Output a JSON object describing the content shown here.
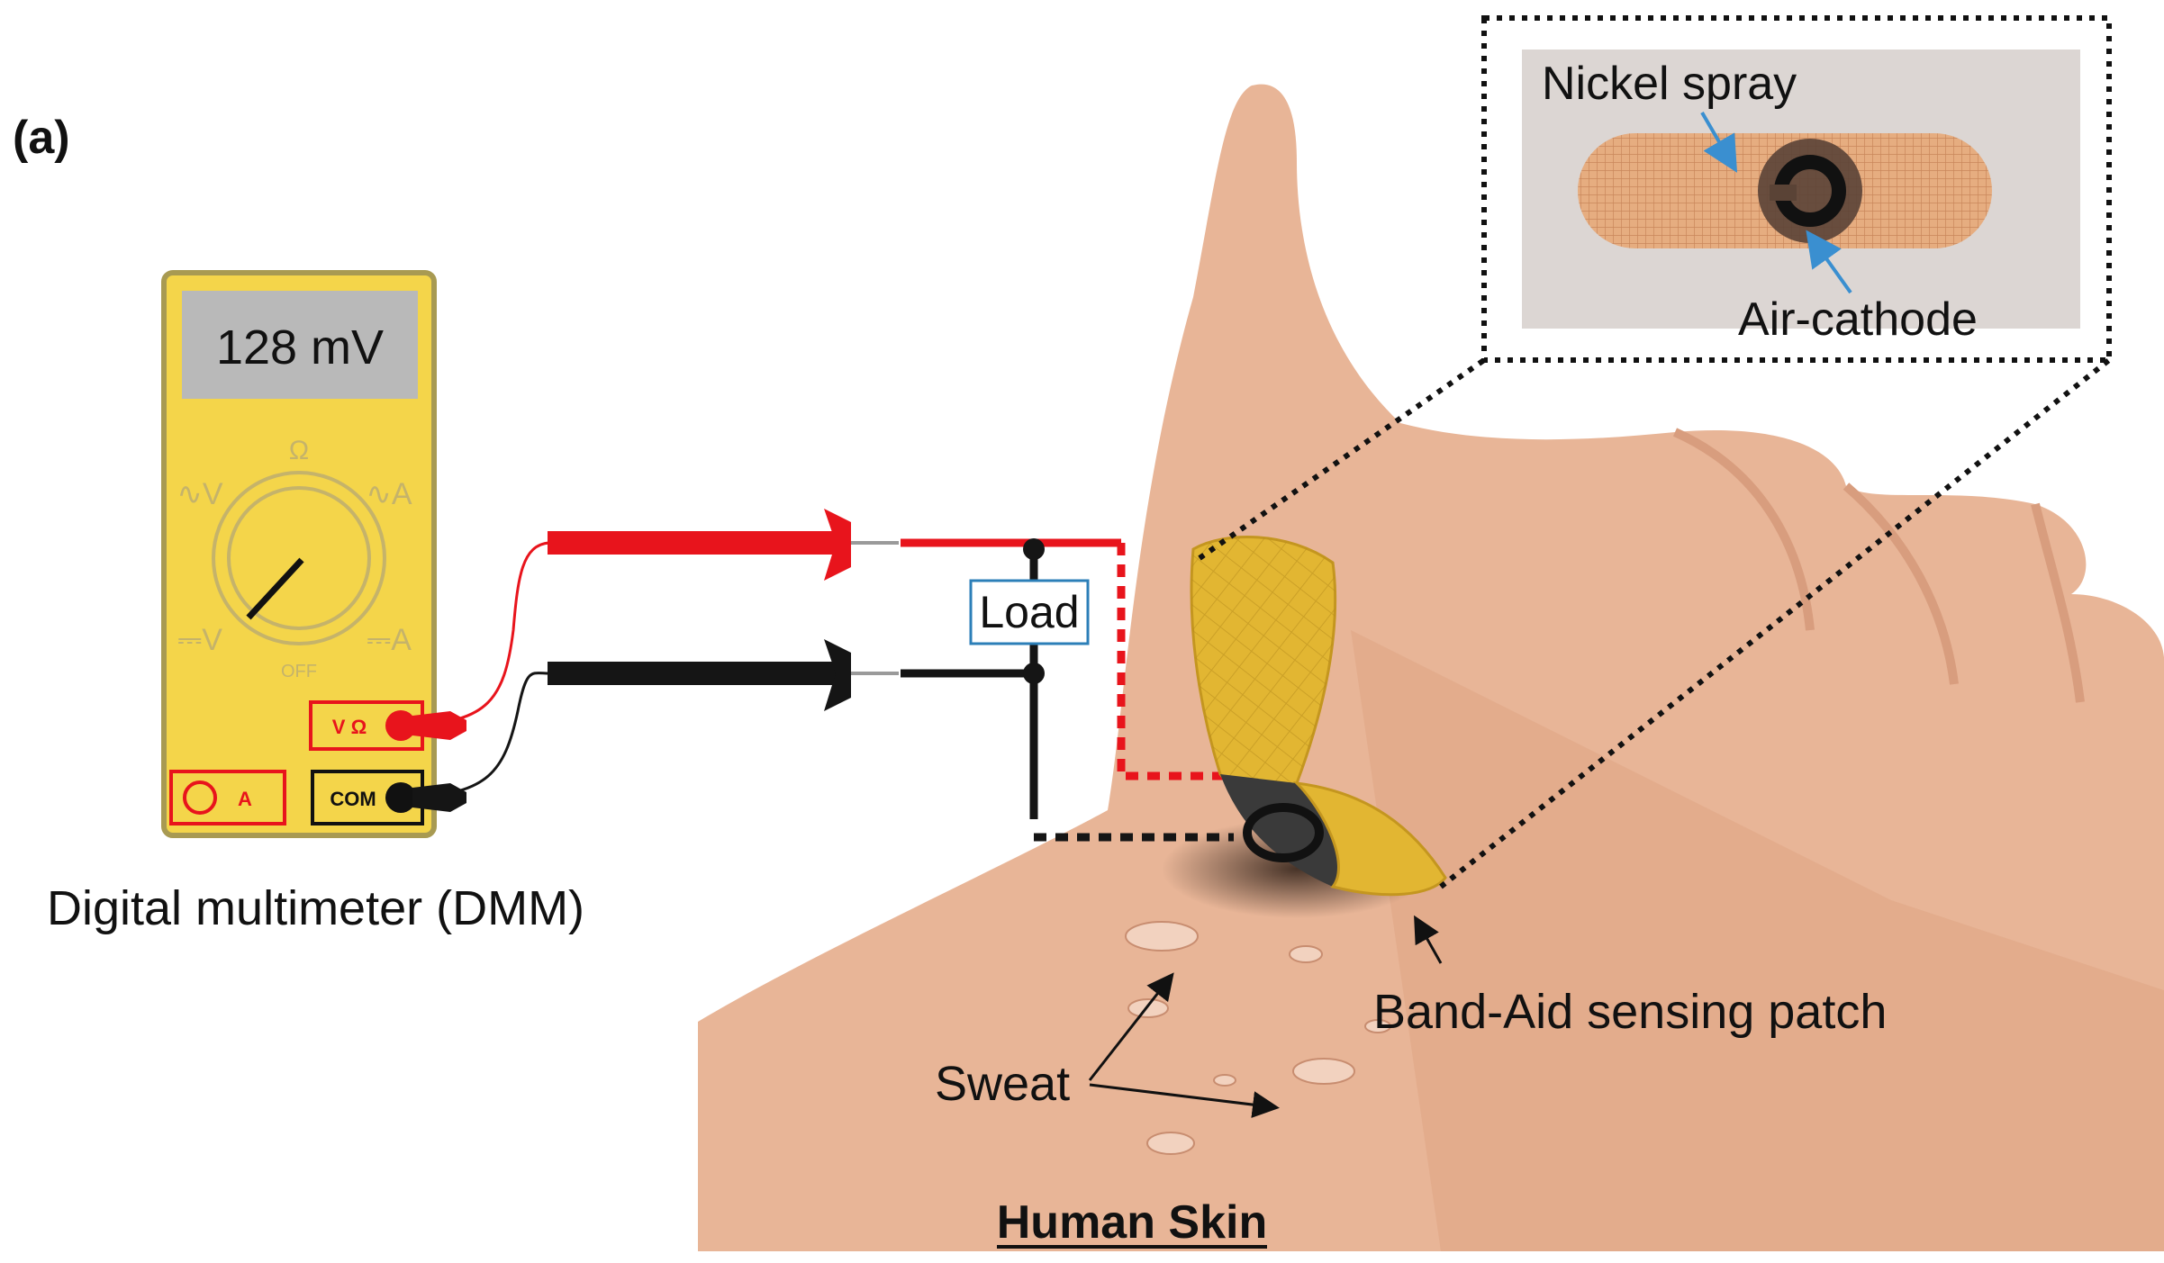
{
  "figure": {
    "panel_label": "(a)",
    "colors": {
      "meter_body": "#f4d54a",
      "meter_frame": "#a89a52",
      "display_bg": "#b9b9b9",
      "probe_red": "#e8141c",
      "probe_black": "#151515",
      "skin": "#e8b597",
      "skin_shade": "#d89d7e",
      "patch_yellow": "#e2b632",
      "patch_dark": "#3a3a3a",
      "label_text": "#111111",
      "arrow_blue": "#3a8fd0",
      "load_border": "#2c7fb8"
    }
  },
  "multimeter": {
    "display_reading": "128 mV",
    "dial_symbol_ohm": "Ω",
    "dial_symbol_ac_v": "∿V",
    "dial_symbol_ac_a": "∿A",
    "dial_symbol_dc_v": "⎓V",
    "dial_symbol_dc_a": "⎓A",
    "dial_off": "OFF",
    "port_voltage": "V Ω",
    "port_current": "A",
    "port_common": "COM",
    "caption": "Digital multimeter (DMM)"
  },
  "circuit": {
    "load_label": "Load"
  },
  "patch": {
    "label": "Band-Aid sensing patch"
  },
  "inset": {
    "nickel_label": "Nickel spray",
    "cathode_label": "Air-cathode"
  },
  "skin": {
    "sweat_label": "Sweat",
    "title": "Human Skin"
  }
}
